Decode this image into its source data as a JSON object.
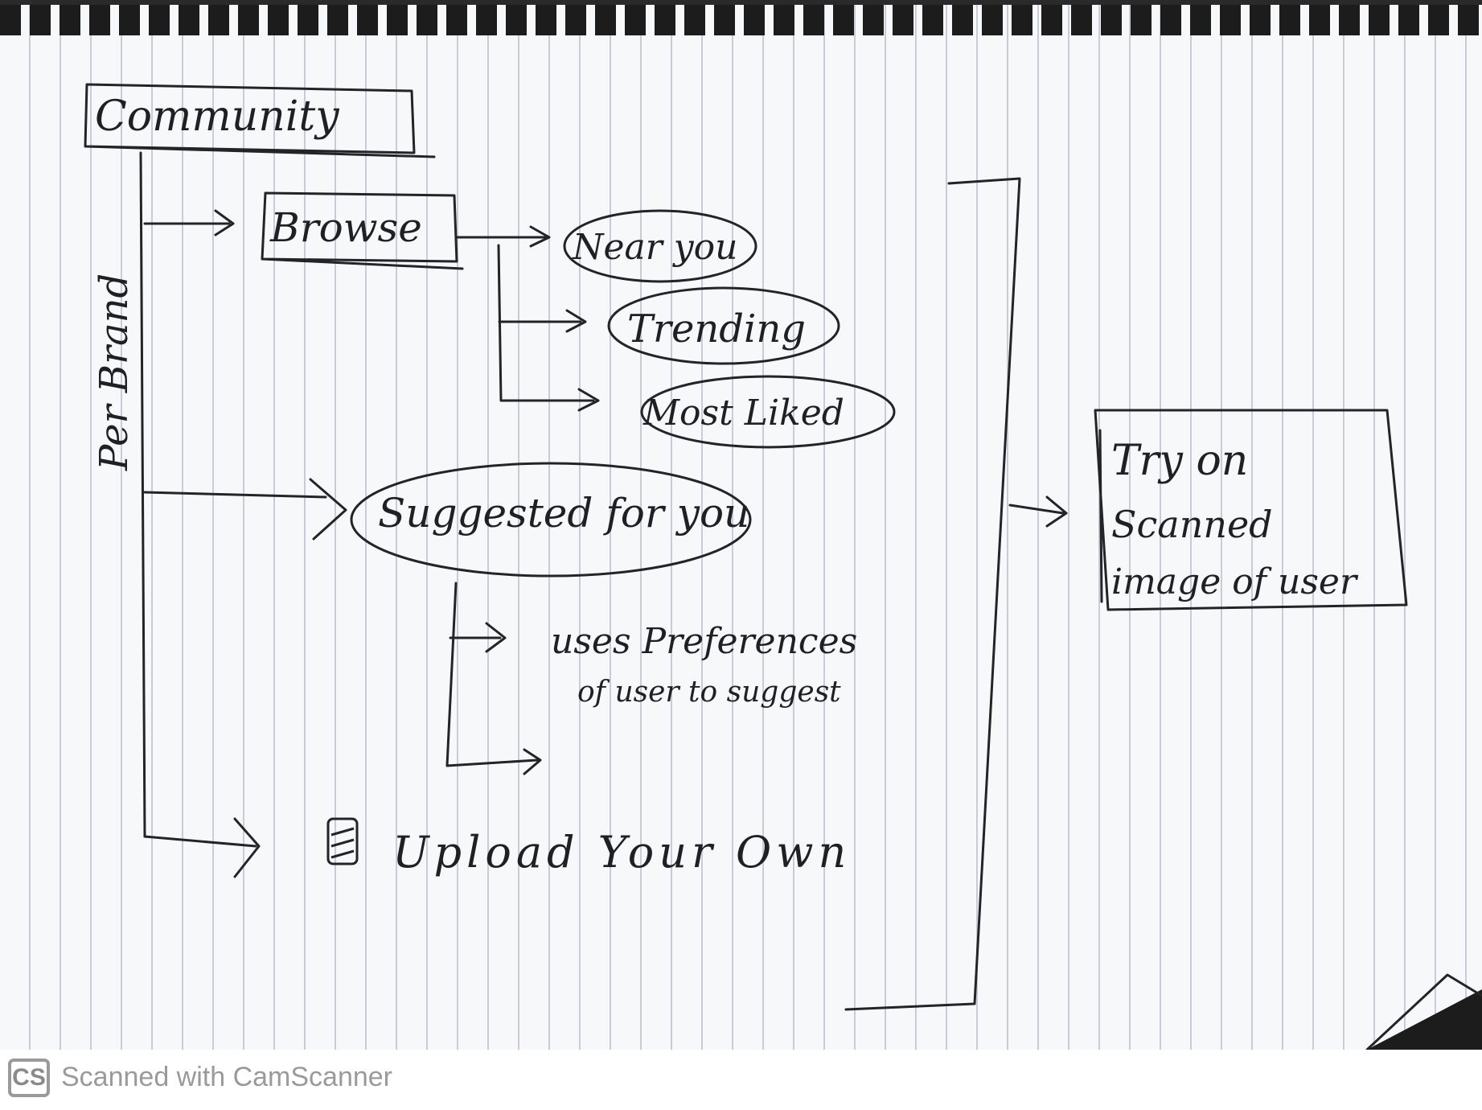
{
  "diagram": {
    "root": "Community",
    "side_label": "Per Brand",
    "browse": "Browse",
    "near_you": "Near you",
    "trending": "Trending",
    "most_liked": "Most Liked",
    "suggested": "Suggested for you",
    "preferences_line1": "uses Preferences",
    "preferences_line2": "of user to suggest",
    "upload": "Upload Your Own",
    "try_on_line1": "Try on",
    "try_on_line2": "Scanned",
    "try_on_line3": "image of user"
  },
  "footer": {
    "logo": "CS",
    "text": "Scanned with CamScanner"
  },
  "colors": {
    "ink": "#232328",
    "paper": "#f7f8fa",
    "rule_line": "#c9ccd6",
    "binding": "#1c1c1c"
  }
}
